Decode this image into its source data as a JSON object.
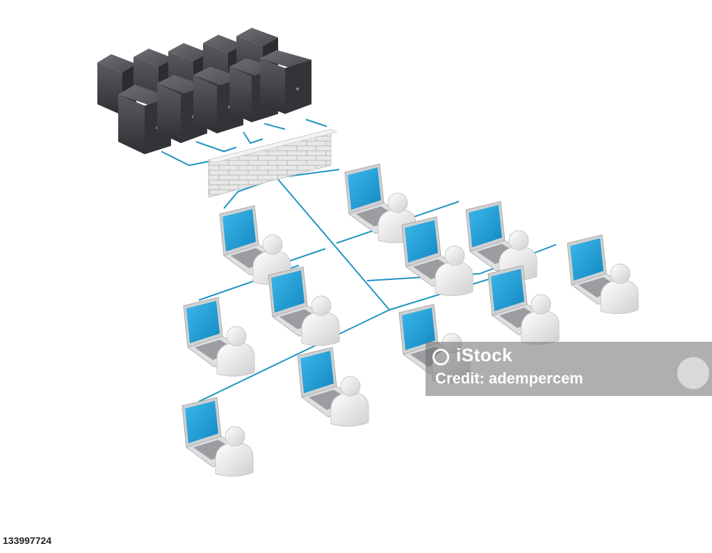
{
  "watermark": {
    "brand": "iStock",
    "credit": "Credit: adempercem"
  },
  "image_id": "133997724",
  "colors": {
    "server": "#505154",
    "server_dark": "#3a3b3e",
    "cable": "#1f93c2",
    "screen": "#21a3dc",
    "laptop_body": "#d7d7d9",
    "person": "#efefef",
    "wall": "#e2e2e2"
  }
}
